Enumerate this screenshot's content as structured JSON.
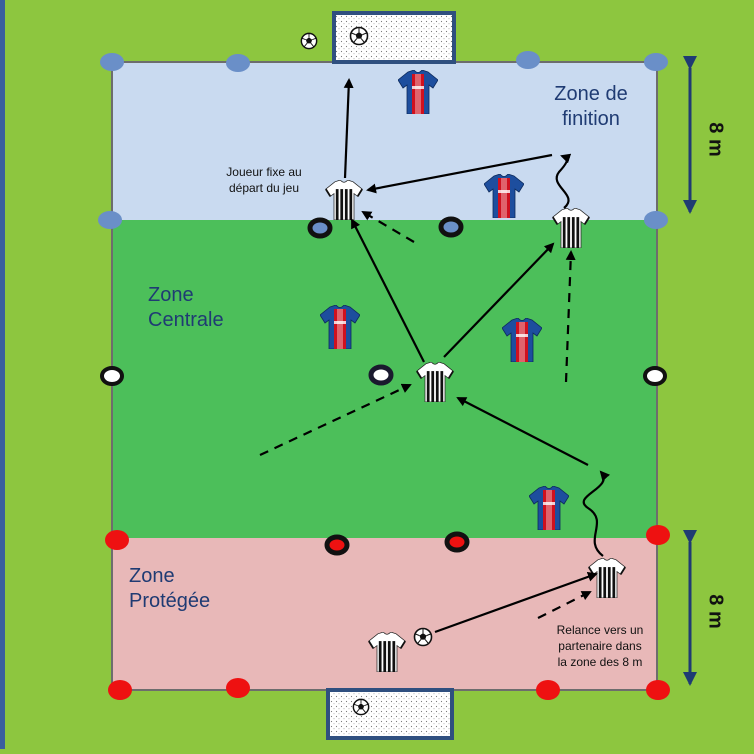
{
  "labels": {
    "zone_finition_line1": "Zone de",
    "zone_finition_line2": "finition",
    "zone_centrale_line1": "Zone",
    "zone_centrale_line2": "Centrale",
    "zone_protegee_line1": "Zone",
    "zone_protegee_line2": "Protégée",
    "joueur_fixe_line1": "Joueur fixe au",
    "joueur_fixe_line2": "départ du jeu",
    "relance_line1": "Relance vers un",
    "relance_line2": "partenaire dans",
    "relance_line3": "la zone des 8 m",
    "dimension_top": "8 m",
    "dimension_bottom": "8 m"
  },
  "colors": {
    "grass": "#8dc63f",
    "zone_finition": "#c9daf0",
    "zone_centrale": "#4cbf5a",
    "zone_protegee": "#e8b8b8",
    "goal": "#ffffff",
    "goal_border": "#2f4f7f",
    "arrow_dimension": "#1f3b73",
    "cone_blue": "#6a8fc8",
    "cone_red": "#ee1111",
    "jersey_blue": "#1d4e9e",
    "jersey_red": "#d0101e"
  }
}
